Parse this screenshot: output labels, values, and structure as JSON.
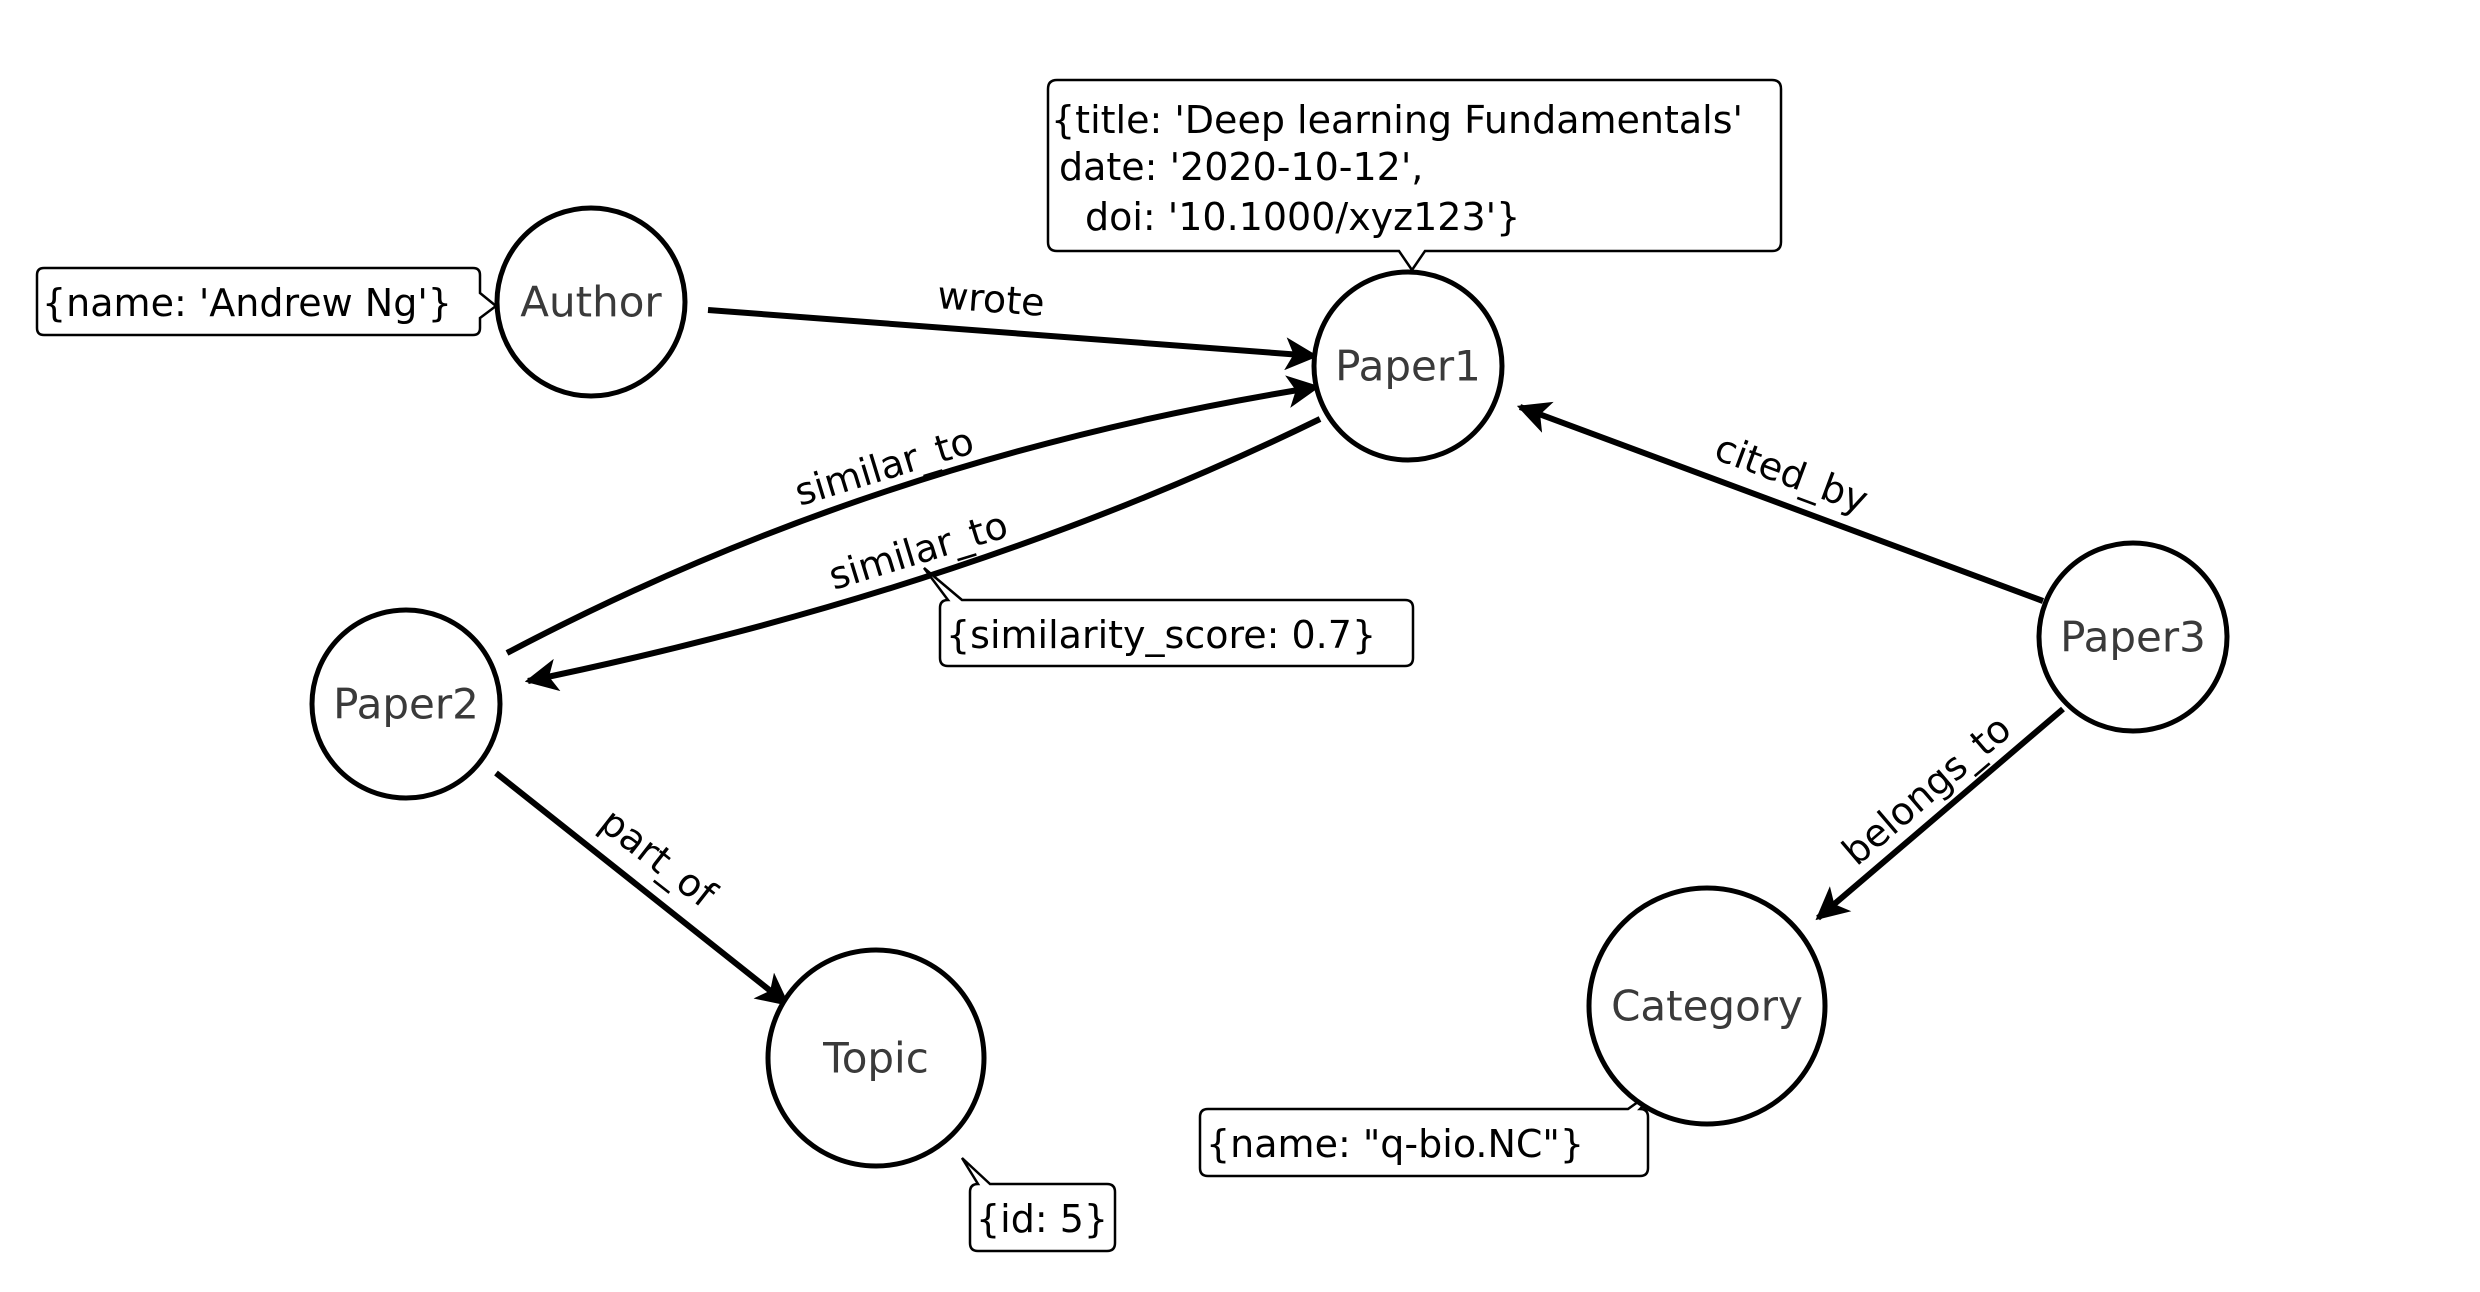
{
  "nodes": {
    "author": "Author",
    "paper1": "Paper1",
    "paper2": "Paper2",
    "paper3": "Paper3",
    "topic": "Topic",
    "category": "Category"
  },
  "edges": {
    "wrote": "wrote",
    "similar_to_1": "similar_to",
    "similar_to_2": "similar_to",
    "cited_by": "cited_by",
    "part_of": "part_of",
    "belongs_to": "belongs_to"
  },
  "properties": {
    "author": "{name: 'Andrew Ng'}",
    "paper1": {
      "line1": "{title: 'Deep learning Fundamentals'",
      "line2": "date: '2020-10-12',",
      "line3": "doi: '10.1000/xyz123'}"
    },
    "similar_to": "{similarity_score: 0.7}",
    "topic": "{id: 5}",
    "category": "{name: \"q-bio.NC\"}"
  }
}
